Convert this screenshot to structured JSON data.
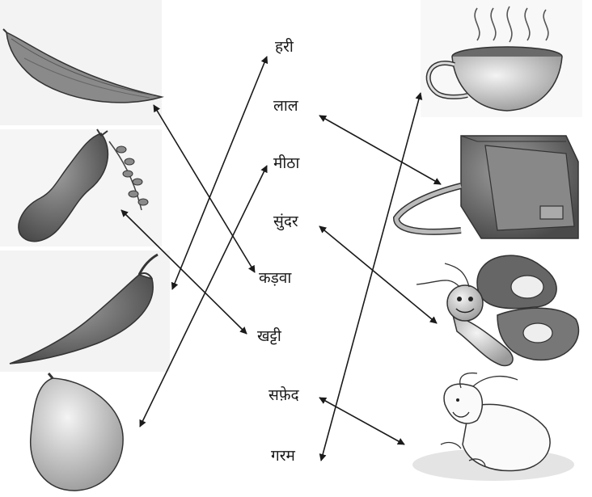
{
  "words": [
    {
      "text": "हरी"
    },
    {
      "text": "लाल"
    },
    {
      "text": "मीठा"
    },
    {
      "text": "सुंदर"
    },
    {
      "text": "कड़वा"
    },
    {
      "text": "खट्टी"
    },
    {
      "text": "सफ़ेद"
    },
    {
      "text": "गरम"
    }
  ],
  "left_pictures": [
    "bitter-gourd",
    "tamarind",
    "green-chilli",
    "mango"
  ],
  "right_pictures": [
    "tea-cup",
    "bag",
    "butterfly",
    "rabbit"
  ],
  "matches": [
    {
      "word": "हरी",
      "picture": "green-chilli"
    },
    {
      "word": "लाल",
      "picture": "bag"
    },
    {
      "word": "मीठा",
      "picture": "mango"
    },
    {
      "word": "सुंदर",
      "picture": "butterfly"
    },
    {
      "word": "कड़वा",
      "picture": "bitter-gourd"
    },
    {
      "word": "खट्टी",
      "picture": "tamarind"
    },
    {
      "word": "सफ़ेद",
      "picture": "rabbit"
    },
    {
      "word": "गरम",
      "picture": "tea-cup"
    }
  ]
}
